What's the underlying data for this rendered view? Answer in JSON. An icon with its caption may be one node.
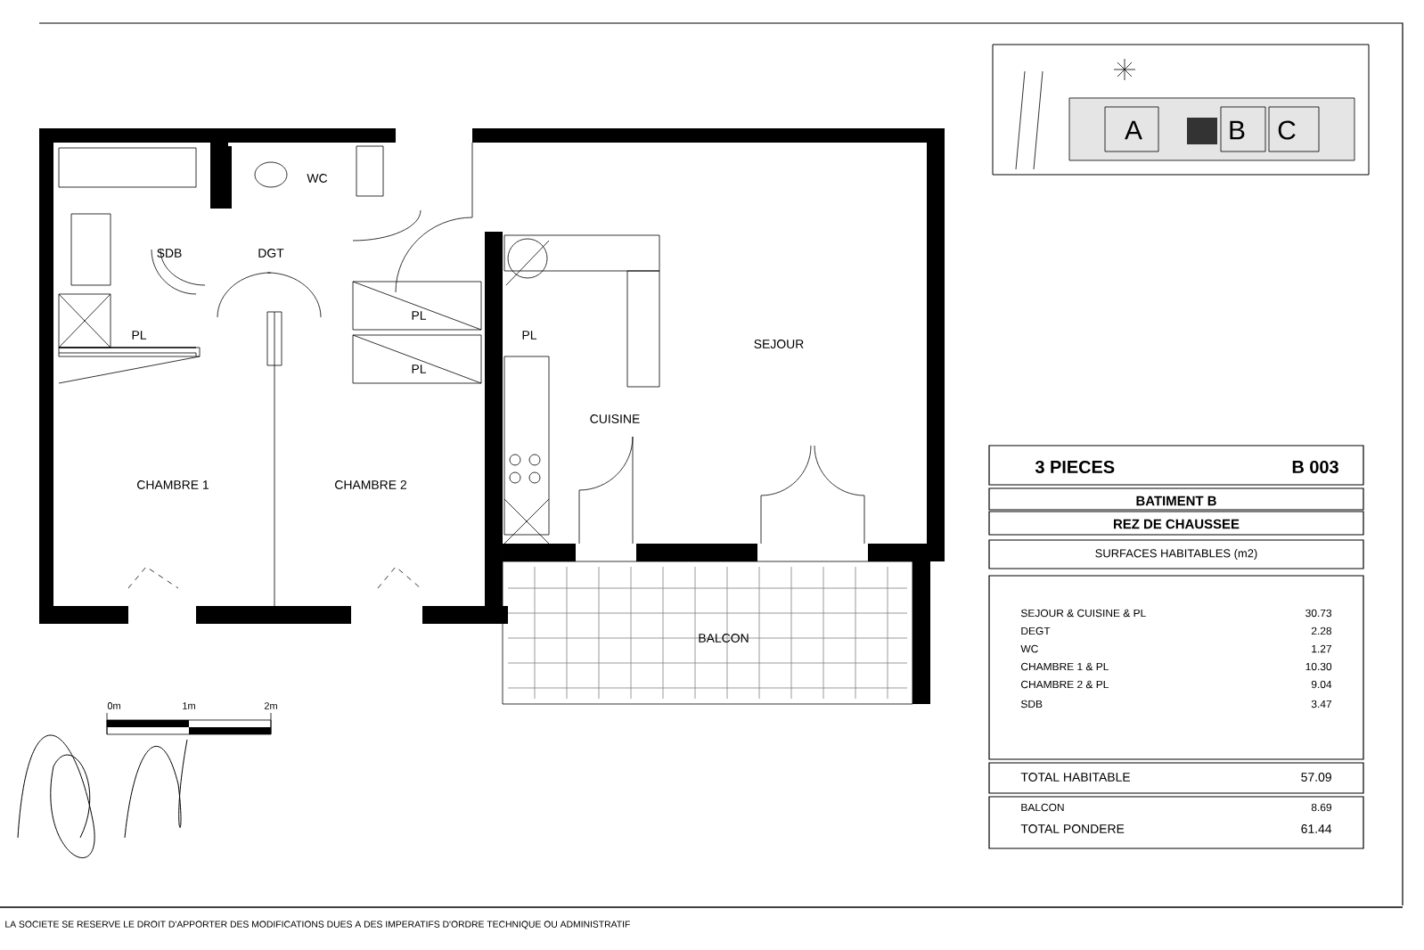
{
  "diagram": {
    "labels": [
      "A",
      "B",
      "C",
      "WC",
      "SDB",
      "DGT",
      "PL",
      "PL",
      "PL",
      "SEJOUR",
      "PL",
      "CUISINE",
      "CHAMBRE 1",
      "CHAMBRE 2",
      "BALCON",
      "0m",
      "1m",
      "2m",
      "3 PIECES",
      "B 003",
      "BATIMENT B",
      "REZ DE CHAUSSEE",
      "SURFACES HABITABLES (m2)",
      "SEJOUR & CUISINE & PL",
      "30.73",
      "DEGT",
      "2.28",
      "WC",
      "1.27",
      "CHAMBRE 1 & PL",
      "10.30",
      "CHAMBRE 2 & PL",
      "9.04",
      "SDB",
      "3.47",
      "TOTAL HABITABLE",
      "57.09",
      "BALCON",
      "8.69",
      "TOTAL PONDERE",
      "61.44",
      "LA SOCIETE SE RESERVE LE DROIT D'APPORTER DES MODIFICATIONS DUES A DES IMPERATIFS D'ORDRE TECHNIQUE OU ADMINISTRATIF"
    ]
  }
}
